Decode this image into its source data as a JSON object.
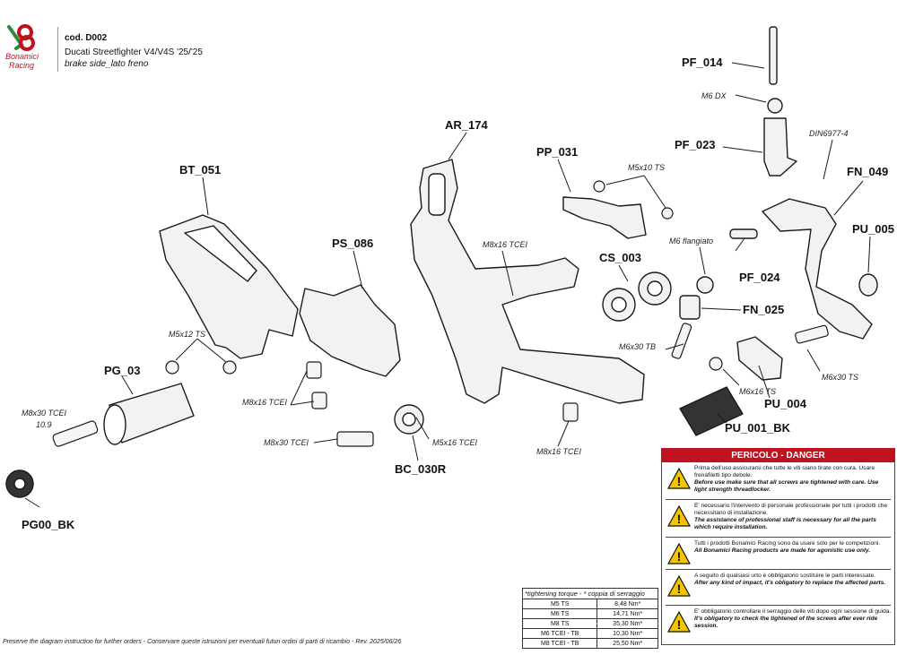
{
  "header": {
    "brand": "Bonamici Racing",
    "code": "cod. D002",
    "model": "Ducati Streetfighter V4/V4S '25/'25",
    "side": "brake side_lato freno"
  },
  "parts": {
    "PF_014": "PF_014",
    "M6_DX": "M6 DX",
    "PF_023": "PF_023",
    "DIN6977": "DIN6977-4",
    "FN_049": "FN_049",
    "PU_005": "PU_005",
    "AR_174": "AR_174",
    "PP_031": "PP_031",
    "M5x10": "M5x10 TS",
    "BT_051": "BT_051",
    "PS_086": "PS_086",
    "M8x16_top": "M8x16 TCEI",
    "CS_003": "CS_003",
    "M6_flangiato": "M6 flangiato",
    "PF_024": "PF_024",
    "FN_025": "FN_025",
    "M5x12": "M5x12 TS",
    "PG_03": "PG_03",
    "M8x16_left": "M8x16 TCEI",
    "M6x30_TB": "M6x30 TB",
    "M6x16": "M6x16 TS",
    "M6x30_TS": "M6x30 TS",
    "PU_004": "PU_004",
    "M8x30_TCEI_left": "M8x30 TCEI",
    "grade": "10.9",
    "M8x30_mid": "M8x30 TCEI",
    "M5x16": "M5x16 TCEI",
    "PU_001_BK": "PU_001_BK",
    "M8x16_bottom": "M8x16 TCEI",
    "BC_030R": "BC_030R",
    "PG00_BK": "PG00_BK"
  },
  "torque": {
    "header": "*tightening torque - * coppia di serraggio",
    "rows": [
      [
        "M5 TS",
        "8,48 Nm*"
      ],
      [
        "M6 TS",
        "14,71 Nm*"
      ],
      [
        "M8 TS",
        "35,30 Nm*"
      ],
      [
        "M6 TCEI - TB",
        "10,30 Nm*"
      ],
      [
        "M8 TCEI - TB",
        "25,50 Nm*"
      ]
    ]
  },
  "danger": {
    "title": "PERICOLO - DANGER",
    "items": [
      {
        "it": "Prima dell'uso assicurarsi che tutte le viti siano tirate con cura. Usare frenafiletti tipo debole.",
        "en": "Before use make sure that all screws are tightened with care. Use light strength threadlocker."
      },
      {
        "it": "E' necessario l'intervento di personale professionale per tutti i prodotti che necessitano di installazione.",
        "en": "The assistance of professional staff is necessary for all the parts which require installation."
      },
      {
        "it": "Tutti i prodotti Bonamici Racing sono da usare solo per le competizioni.",
        "en": "All Bonamici Racing products are made for agonistic use only."
      },
      {
        "it": "A seguito di qualsiasi urto è obbligatorio sostituire le parti interessate.",
        "en": "After any kind of impact, it's obligatory to replace the affected parts."
      },
      {
        "it": "E' obbligatorio controllare il serraggio delle viti dopo ogni sessione di guida.",
        "en": "It's obligatory to check the tightened of the screws after ever ride session."
      }
    ]
  },
  "footer": "Preserve the diagram instruction for further orders - Conservare queste istruzioni per eventuali futuri ordini di parti di ricambio - Rev. 2025/06/26"
}
